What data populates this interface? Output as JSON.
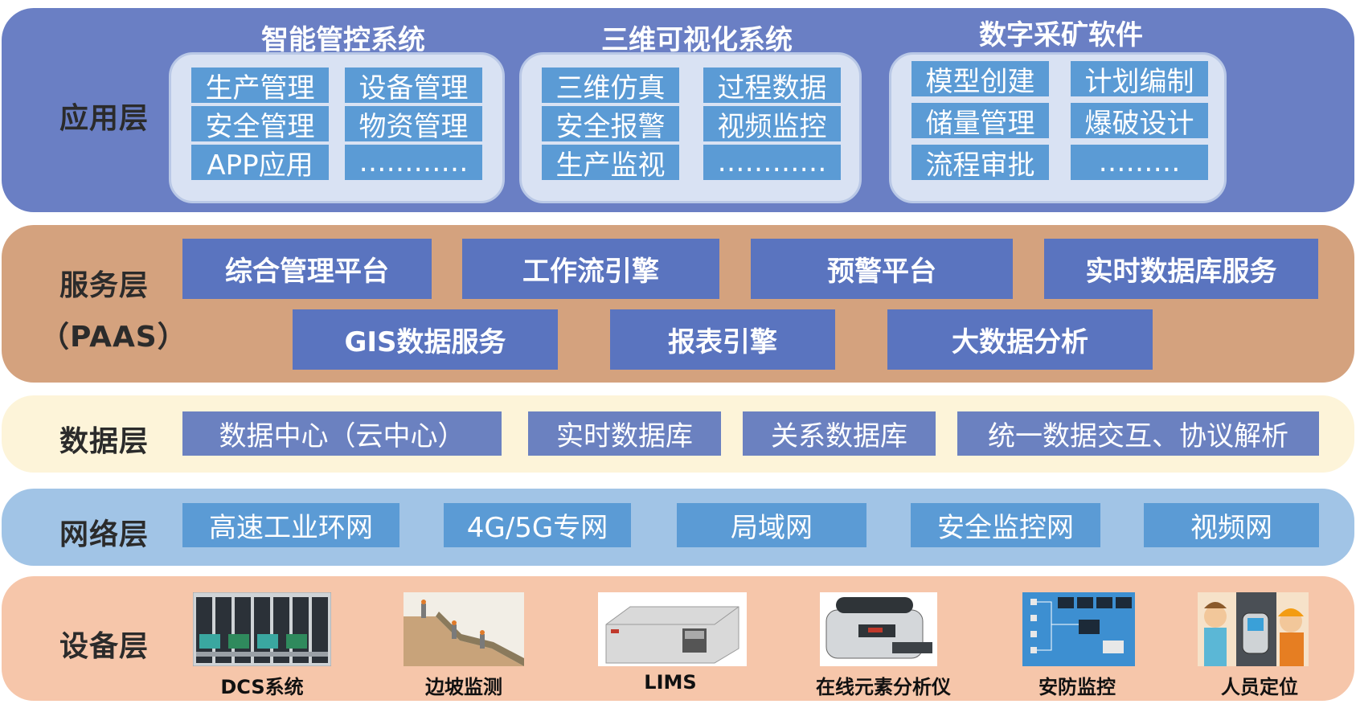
{
  "app_layer": {
    "label": "应用层",
    "systems": [
      {
        "title": "智能管控系统",
        "items": [
          "生产管理",
          "设备管理",
          "安全管理",
          "物资管理",
          "APP应用",
          "…………"
        ]
      },
      {
        "title": "三维可视化系统",
        "items": [
          "三维仿真",
          "过程数据",
          "安全报警",
          "视频监控",
          "生产监视",
          "…………"
        ]
      },
      {
        "title": "数字采矿软件",
        "items": [
          "模型创建",
          "计划编制",
          "储量管理",
          "爆破设计",
          "流程审批",
          "………"
        ]
      }
    ]
  },
  "service_layer": {
    "label": "服务层",
    "sublabel": "（PAAS）",
    "items": [
      "综合管理平台",
      "工作流引擎",
      "预警平台",
      "实时数据库服务",
      "GIS数据服务",
      "报表引擎",
      "大数据分析"
    ]
  },
  "data_layer": {
    "label": "数据层",
    "items": [
      "数据中心（云中心）",
      "实时数据库",
      "关系数据库",
      "统一数据交互、协议解析"
    ]
  },
  "network_layer": {
    "label": "网络层",
    "items": [
      "高速工业环网",
      "4G/5G专网",
      "局域网",
      "安全监控网",
      "视频网"
    ]
  },
  "device_layer": {
    "label": "设备层",
    "items": [
      "DCS系统",
      "边坡监测",
      "LIMS",
      "在线元素分析仪",
      "安防监控",
      "人员定位"
    ]
  },
  "colors": {
    "app_bg": "#6a7fc4",
    "service_bg": "#d4a27e",
    "data_bg": "#fdf4d9",
    "network_bg": "#a1c4e6",
    "device_bg": "#f6c6aa",
    "item_blue": "#5b9bd5",
    "item_indigo": "#5a74bf"
  }
}
